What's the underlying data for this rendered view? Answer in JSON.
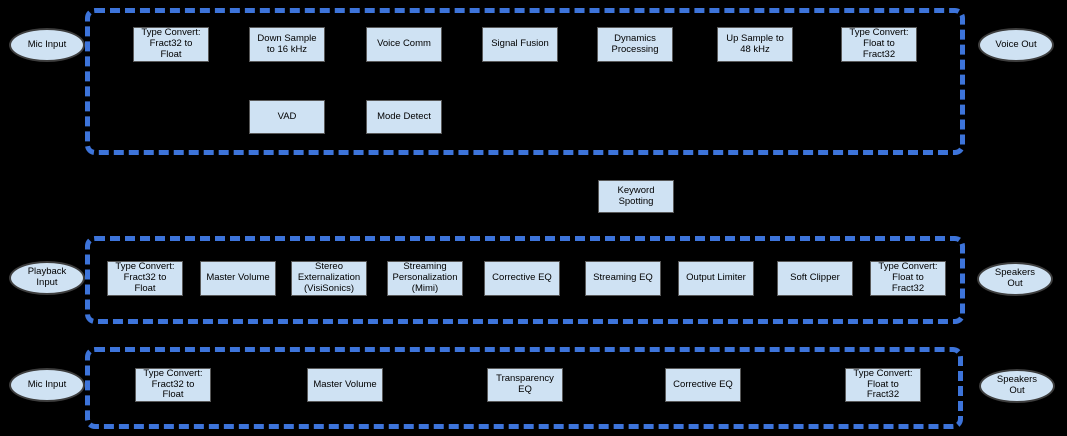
{
  "diagram": {
    "colors": {
      "background": "#000000",
      "block_fill": "#cfe2f3",
      "block_border": "#595959",
      "group_dash": "#3d74da",
      "node_fill": "#cfe2f3",
      "text": "#000000"
    },
    "pipelines": [
      {
        "input": "Mic Input",
        "output": "Voice Out",
        "blocks": [
          "Type Convert: Fract32 to Float",
          "Down Sample to 16 kHz",
          "Voice Comm",
          "Signal Fusion",
          "Dynamics Processing",
          "Up Sample to 48 kHz",
          "Type Convert: Float to Fract32"
        ],
        "secondary_blocks": [
          "VAD",
          "Mode Detect"
        ]
      },
      {
        "input": "Playback Input",
        "output": "Speakers Out",
        "blocks": [
          "Type Convert: Fract32 to Float",
          "Master Volume",
          "Stereo Externalization (VisiSonics)",
          "Streaming Personalization (Mimi)",
          "Corrective EQ",
          "Streaming EQ",
          "Output Limiter",
          "Soft Clipper",
          "Type Convert: Float to Fract32"
        ]
      },
      {
        "input": "Mic Input",
        "output": "Speakers Out",
        "blocks": [
          "Type Convert: Fract32 to Float",
          "Master Volume",
          "Transparency EQ",
          "Corrective EQ",
          "Type Convert: Float to Fract32"
        ]
      }
    ],
    "standalone_block": "Keyword Spotting"
  }
}
